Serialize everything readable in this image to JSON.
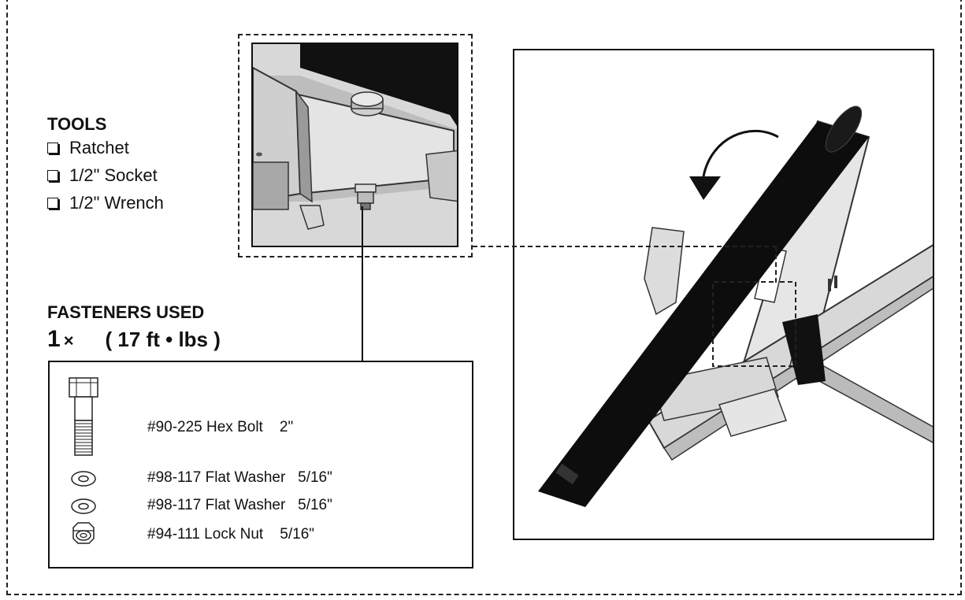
{
  "tools": {
    "title": "TOOLS",
    "items": [
      "Ratchet",
      "1/2\" Socket",
      "1/2\" Wrench"
    ]
  },
  "fasteners": {
    "title": "FASTENERS USED",
    "quantity": "1",
    "times_symbol": "×",
    "torque": "( 17 ft • lbs )",
    "items": [
      {
        "label": "#90-225 Hex Bolt    2\"",
        "icon": "hex-bolt-icon"
      },
      {
        "label": "#98-117 Flat Washer   5/16\"",
        "icon": "flat-washer-icon"
      },
      {
        "label": "#98-117 Flat Washer   5/16\"",
        "icon": "flat-washer-icon"
      },
      {
        "label": "#94-111 Lock Nut    5/16\"",
        "icon": "lock-nut-icon"
      }
    ]
  }
}
